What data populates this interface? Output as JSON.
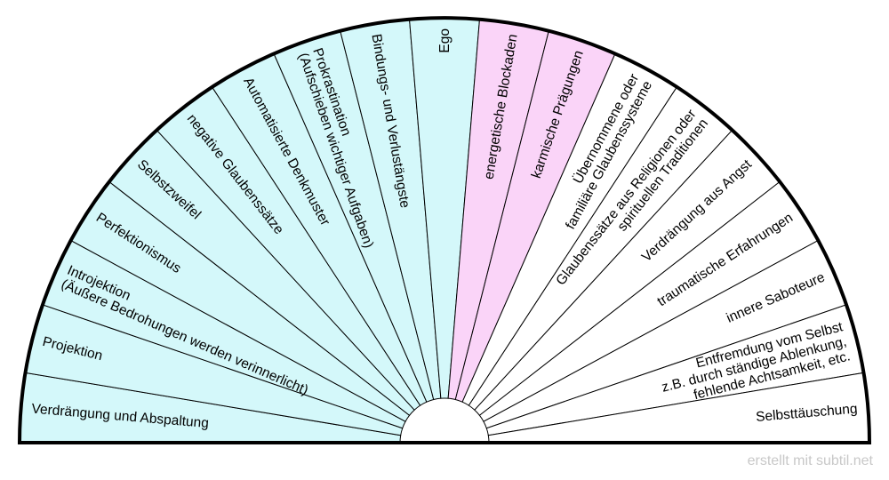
{
  "segments": [
    {
      "lines": [
        "Verdrängung und Abspaltung"
      ],
      "color": "#d4f8fa"
    },
    {
      "lines": [
        "Projektion"
      ],
      "color": "#d4f8fa"
    },
    {
      "lines": [
        "Introjektion",
        "(Äußere Bedrohungen werden verinnerlicht)"
      ],
      "color": "#d4f8fa"
    },
    {
      "lines": [
        "Perfektionismus"
      ],
      "color": "#d4f8fa"
    },
    {
      "lines": [
        "Selbstzweifel"
      ],
      "color": "#d4f8fa"
    },
    {
      "lines": [
        "negative Glaubenssätze"
      ],
      "color": "#d4f8fa"
    },
    {
      "lines": [
        "Automatisierte Denkmuster"
      ],
      "color": "#d4f8fa"
    },
    {
      "lines": [
        "Prokrastination",
        "(Aufschieben wichtiger Aufgaben)"
      ],
      "color": "#d4f8fa"
    },
    {
      "lines": [
        "Bindungs- und Verlustängste"
      ],
      "color": "#d4f8fa"
    },
    {
      "lines": [
        "Ego"
      ],
      "color": "#d4f8fa"
    },
    {
      "lines": [
        "energetische Blockaden"
      ],
      "color": "#fad4f8"
    },
    {
      "lines": [
        "karmische Prägungen"
      ],
      "color": "#fad4f8"
    },
    {
      "lines": [
        "Übernommene oder",
        "familiäre Glaubenssysteme"
      ],
      "color": "#ffffff"
    },
    {
      "lines": [
        "Glaubenssätze aus Religionen oder",
        "spirituellen Traditionen"
      ],
      "color": "#ffffff"
    },
    {
      "lines": [
        "Verdrängung aus Angst"
      ],
      "color": "#ffffff"
    },
    {
      "lines": [
        "traumatische Erfahrungen"
      ],
      "color": "#ffffff"
    },
    {
      "lines": [
        "innere Saboteure"
      ],
      "color": "#ffffff"
    },
    {
      "lines": [
        "Entfremdung vom Selbst",
        "z.B. durch ständige Ablenkung,",
        "fehlende Achtsamkeit, etc."
      ],
      "color": "#ffffff"
    },
    {
      "lines": [
        "Selbsttäuschung"
      ],
      "color": "#ffffff"
    }
  ],
  "watermark": "erstellt mit subtil.net"
}
